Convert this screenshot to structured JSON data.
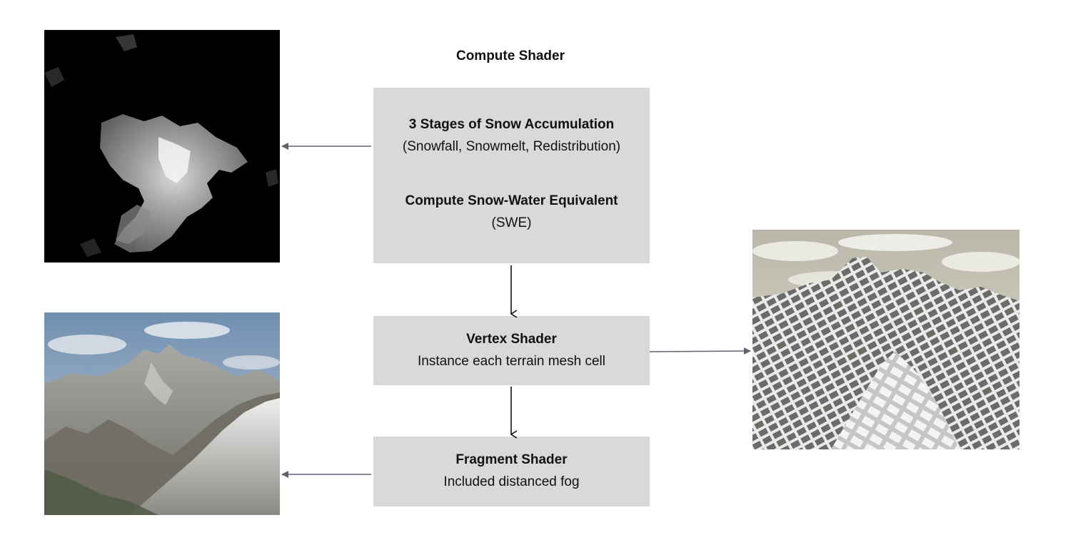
{
  "header": {
    "title": "Compute Shader"
  },
  "compute_box": {
    "line1": "3 Stages of Snow Accumulation",
    "line2": "(Snowfall, Snowmelt, Redistribution)",
    "line3": "Compute Snow-Water Equivalent",
    "line4": "(SWE)"
  },
  "vertex_box": {
    "title": "Vertex Shader",
    "subtitle": "Instance each terrain mesh cell"
  },
  "fragment_box": {
    "title": "Fragment Shader",
    "subtitle": "Included distanced fog"
  },
  "colors": {
    "box_fill": "#d9d9d9",
    "side_arrow": "#5f6370",
    "flow_arrow": "#111111"
  }
}
